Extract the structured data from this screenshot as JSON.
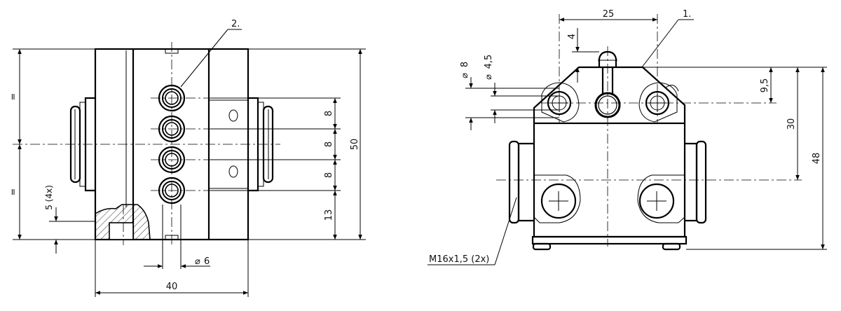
{
  "front_view": {
    "labels": {
      "callout_2": "2.",
      "dim_40": "40",
      "dim_50": "50",
      "dim_8a": "8",
      "dim_8b": "8",
      "dim_8c": "8",
      "dim_13": "13",
      "dim_5_4x": "5 (4x)",
      "dim_eq_top": "=",
      "dim_eq_bottom": "=",
      "dim_dia6": "6"
    }
  },
  "side_view": {
    "labels": {
      "callout_1": "1.",
      "dim_25": "25",
      "dim_4": "4",
      "dim_dia8": "8",
      "dim_dia45": "4,5",
      "dim_95": "9,5",
      "dim_30": "30",
      "dim_48": "48",
      "thread": "M16x1,5 (2x)"
    }
  },
  "symbols": {
    "diameter": "⌀"
  },
  "colors": {
    "line": "#000000",
    "background": "#ffffff"
  }
}
